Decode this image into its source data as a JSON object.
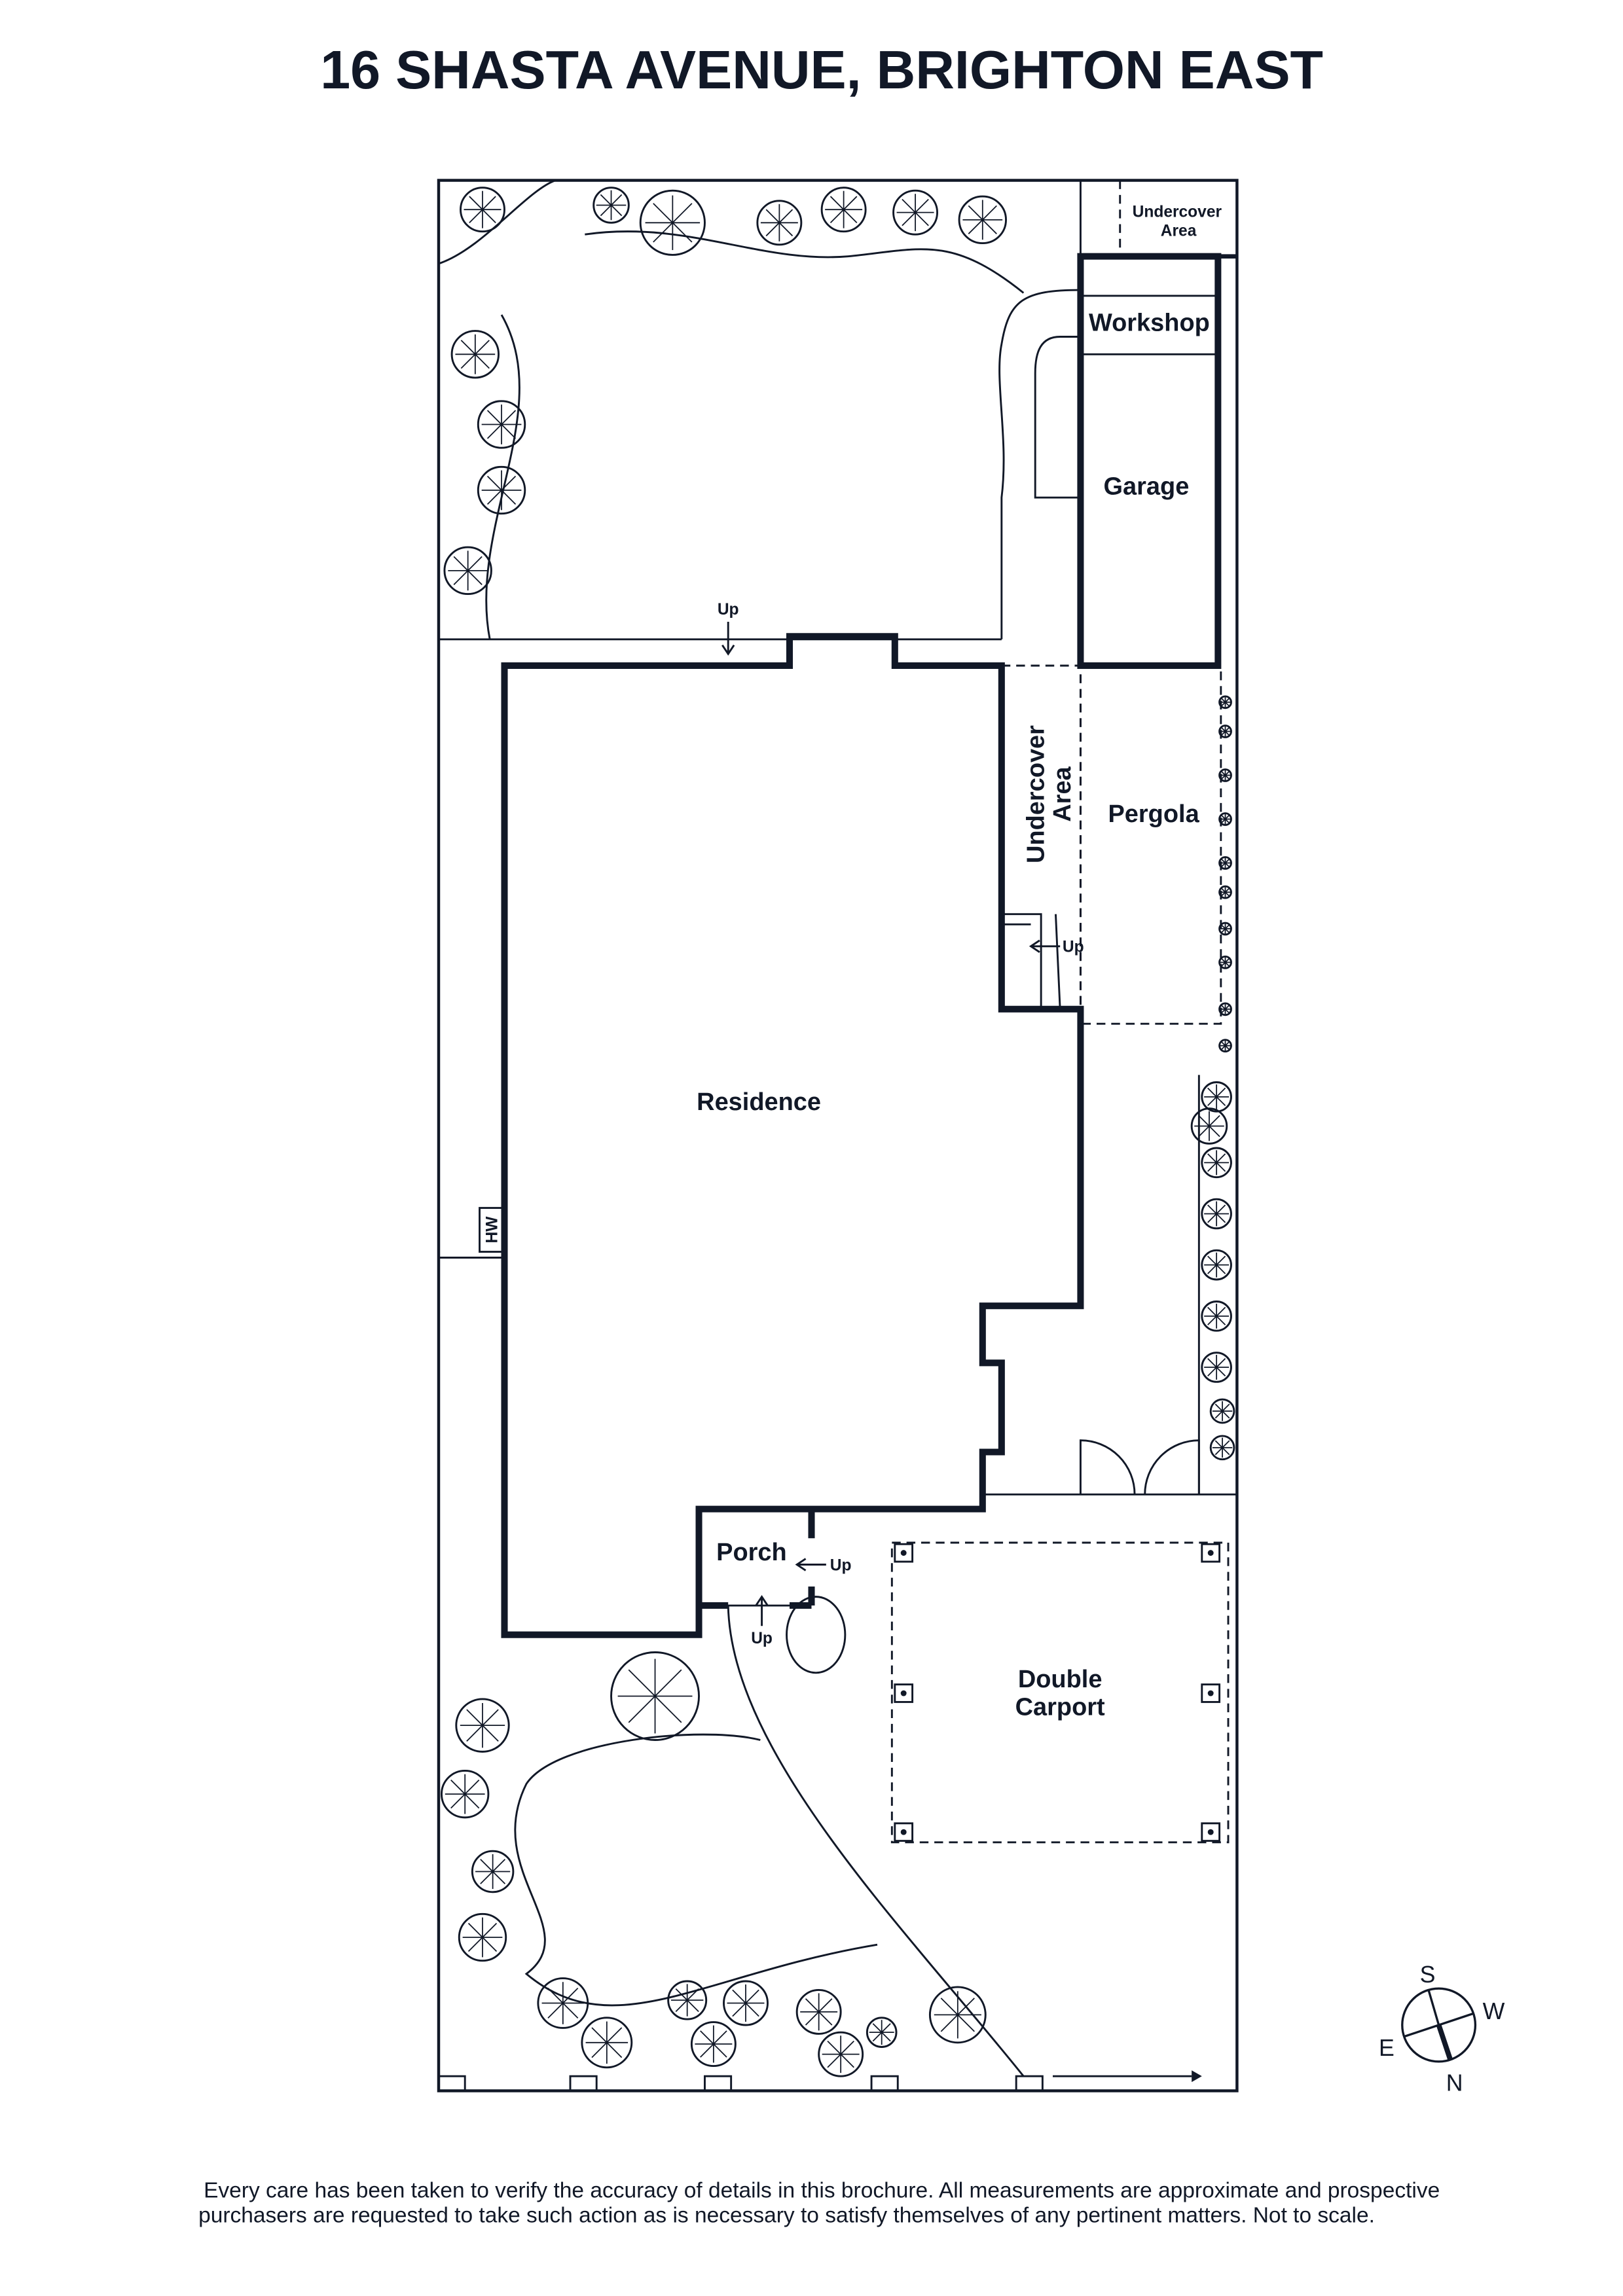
{
  "title": "16 SHASTA AVENUE, BRIGHTON EAST",
  "rooms": {
    "undercover_top_1": "Undercover",
    "undercover_top_2": "Area",
    "workshop": "Workshop",
    "garage": "Garage",
    "undercover_side_1": "Undercover",
    "undercover_side_2": "Area",
    "pergola": "Pergola",
    "residence": "Residence",
    "porch": "Porch",
    "carport_1": "Double",
    "carport_2": "Carport",
    "hw": "HW"
  },
  "labels": {
    "up": "Up"
  },
  "compass": {
    "n": "N",
    "s": "S",
    "e": "E",
    "w": "W"
  },
  "disclaimer": {
    "line1": "Every care has been taken to verify the accuracy of details in this brochure. All measurements are approximate and prospective",
    "line2": "purchasers are requested to take such action as is necessary to satisfy themselves of any pertinent matters. Not to scale."
  },
  "colors": {
    "ink": "#111827",
    "background": "#ffffff"
  }
}
